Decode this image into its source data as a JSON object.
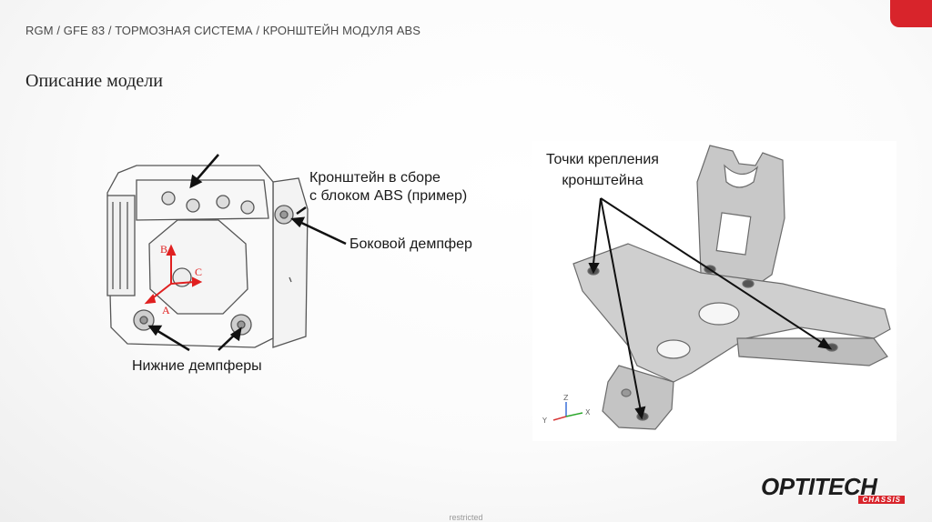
{
  "header": {
    "breadcrumb": "RGM / GFE 83 / ТОРМОЗНАЯ СИСТЕМА / КРОНШТЕЙН МОДУЛЯ ABS",
    "title": "Описание модели",
    "accent_color": "#d8242b"
  },
  "left_figure": {
    "label_assembly_line1": "Кронштейн в сборе",
    "label_assembly_line2": "с блоком ABS (пример)",
    "label_side_damper": "Боковой демпфер",
    "label_lower_dampers": "Нижние демпферы",
    "axis_a": "A",
    "axis_b": "B",
    "axis_c": "C"
  },
  "right_figure": {
    "label_mount_line1": "Точки крепления",
    "label_mount_line2": "кронштейна",
    "axis_x": "X",
    "axis_y": "Y",
    "axis_z": "Z"
  },
  "footer": {
    "restricted": "restricted",
    "logo_text": "OPTITECH",
    "logo_sub": "CHASSIS"
  }
}
